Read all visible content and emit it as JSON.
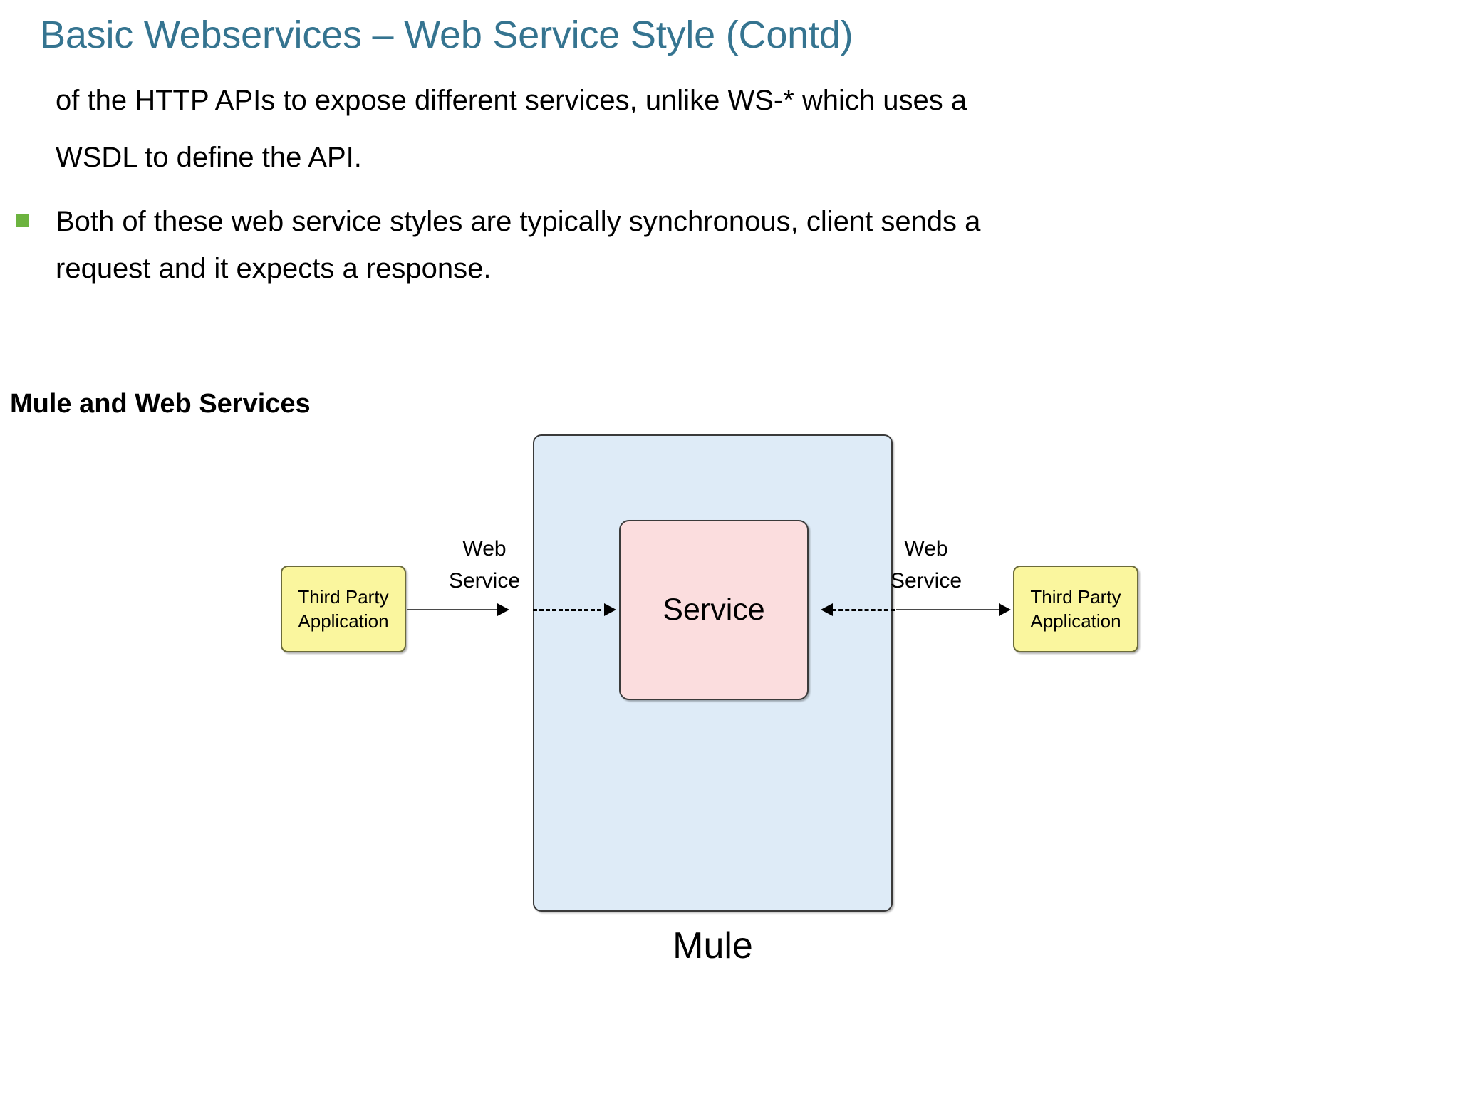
{
  "slide": {
    "title": "Basic Webservices – Web Service Style (Contd)",
    "title_color": "#357490"
  },
  "body": {
    "continuation_line_1": "of the HTTP APIs to expose different services, unlike WS-* which uses a",
    "continuation_line_2": "WSDL to define the API.",
    "bullets": [
      {
        "marker": "square-bullet",
        "marker_color": "#6CB33F",
        "line_1": "Both of these web service styles are typically synchronous, client sends a",
        "line_2": "request and it expects a response."
      }
    ]
  },
  "section": {
    "heading": "Mule and Web Services"
  },
  "diagram": {
    "container": {
      "label": "Mule",
      "fill": "#DEEBF7",
      "stroke": "#3A3A3A"
    },
    "service_box": {
      "label": "Service",
      "fill": "#FBDDDE",
      "stroke": "#3A3A3A"
    },
    "third_party_left": {
      "line_1": "Third Party",
      "line_2": "Application",
      "fill": "#FAF69E",
      "stroke": "#6B6B3A"
    },
    "third_party_right": {
      "line_1": "Third Party",
      "line_2": "Application",
      "fill": "#FAF69E",
      "stroke": "#6B6B3A"
    },
    "edge_label_left": {
      "line_1": "Web",
      "line_2": "Service"
    },
    "edge_label_right": {
      "line_1": "Web",
      "line_2": "Service"
    },
    "connectors": [
      {
        "name": "left-solid-arrow",
        "style": "solid",
        "direction": "right"
      },
      {
        "name": "left-dashed-arrow",
        "style": "dashed",
        "direction": "right"
      },
      {
        "name": "right-dashed-arrow",
        "style": "dashed",
        "direction": "left"
      },
      {
        "name": "right-solid-arrow",
        "style": "solid",
        "direction": "right"
      }
    ]
  }
}
